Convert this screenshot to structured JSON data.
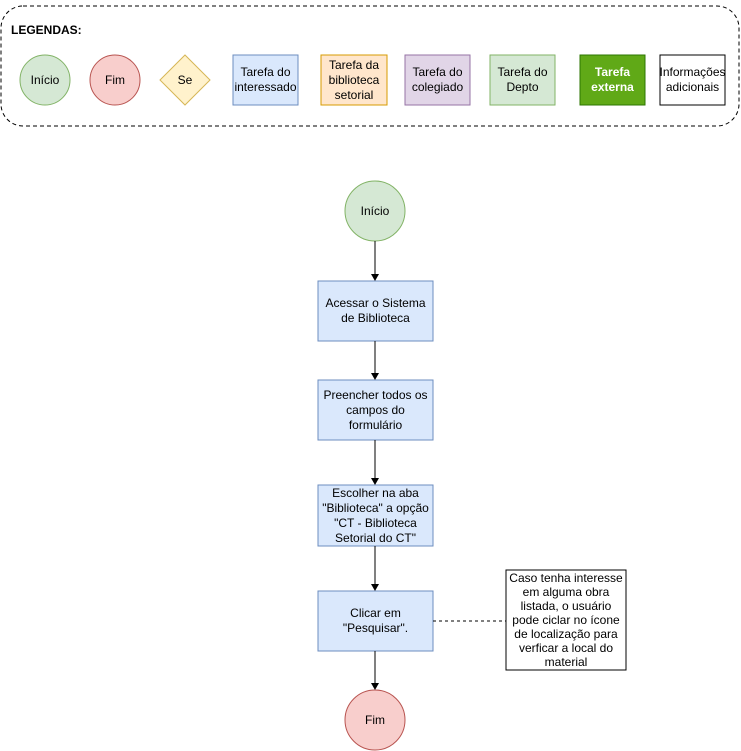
{
  "legend": {
    "title": "LEGENDAS:",
    "inicio": "Início",
    "fim": "Fim",
    "se": "Se",
    "interessado": "Tarefa do\ninteressado",
    "biblioteca": "Tarefa da\nbiblioteca\nsetorial",
    "colegiado": "Tarefa do\ncolegiado",
    "depto": "Tarefa do\nDepto",
    "externa": "Tarefa\nexterna",
    "info": "Informações\nadicionais"
  },
  "flow": {
    "start": "Início",
    "step1": "Acessar o Sistema\nde Biblioteca",
    "step2": "Preencher todos os\ncampos do\nformulário",
    "step3": "Escolher na aba\n\"Biblioteca\" a opção\n\"CT - Biblioteca\nSetorial do CT\"",
    "step4": "Clicar em\n\"Pesquisar\".",
    "end": "Fim",
    "note": "Caso tenha interesse\nem alguma obra\nlistada, o usuário\npode ciclar no ícone\nde localização para\nverficar a local do\nmaterial"
  },
  "colors": {
    "start_fill": "#d5e8d4",
    "start_stroke": "#82b366",
    "end_fill": "#f8cecc",
    "end_stroke": "#b85450",
    "decision_fill": "#fff2cc",
    "decision_stroke": "#d6b656",
    "task_fill": "#dae8fc",
    "task_stroke": "#6c8ebf",
    "library_fill": "#ffe6cc",
    "library_stroke": "#d79b00",
    "colegiado_fill": "#e1d5e7",
    "colegiado_stroke": "#9673a6",
    "external_fill": "#60a917",
    "external_stroke": "#2d7600"
  }
}
